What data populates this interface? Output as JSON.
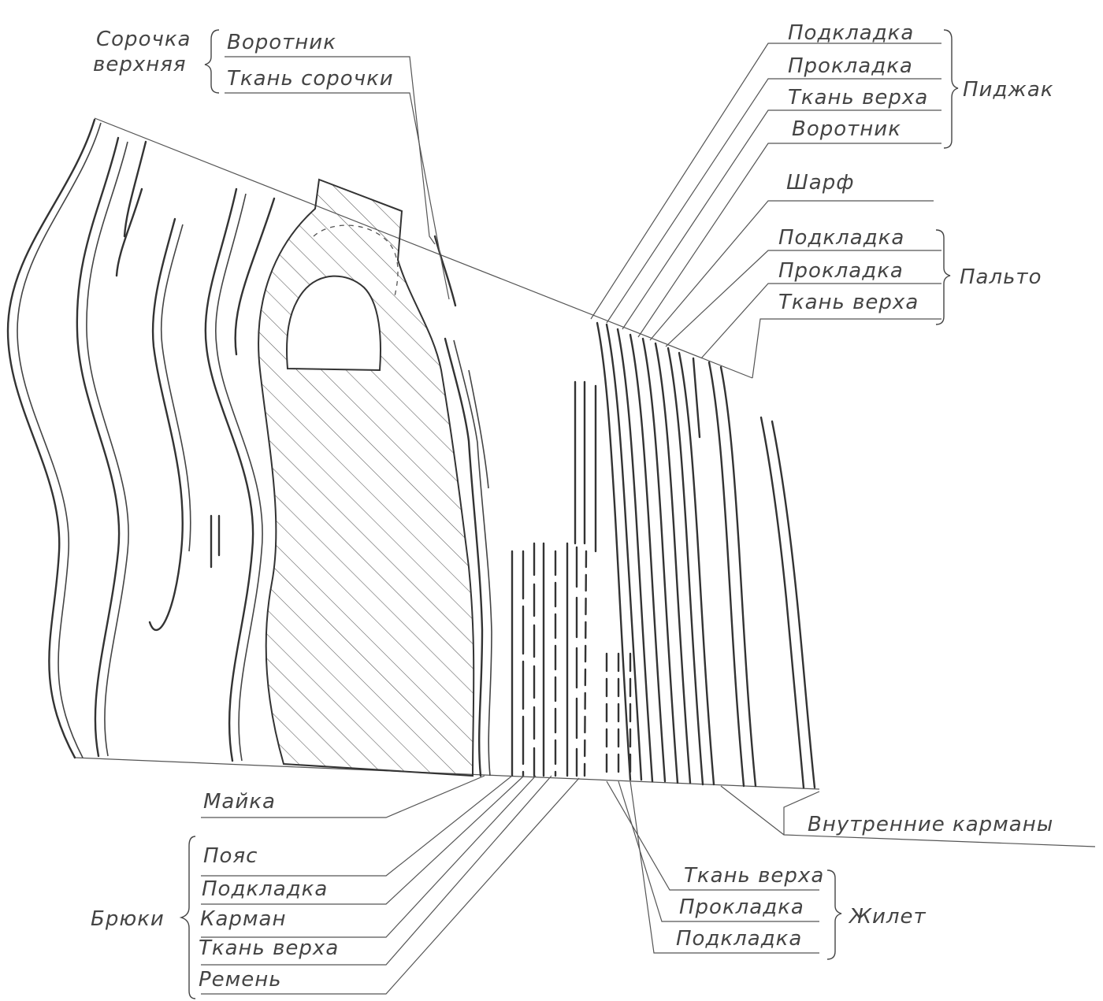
{
  "groups": {
    "shirt": {
      "label_line1": "Сорочка",
      "label_line2": "верхняя",
      "items": [
        "Воротник",
        "Ткань сорочки"
      ]
    },
    "jacket": {
      "label": "Пиджак",
      "items": [
        "Подкладка",
        "Прокладка",
        "Ткань верха",
        "Воротник"
      ]
    },
    "scarf": {
      "label": "Шарф"
    },
    "coat": {
      "label": "Пальто",
      "items": [
        "Подкладка",
        "Прокладка",
        "Ткань верха"
      ]
    },
    "tshirt": {
      "label": "Майка"
    },
    "trousers": {
      "label": "Брюки",
      "items": [
        "Пояс",
        "Подкладка",
        "Карман",
        "Ткань верха",
        "Ремень"
      ]
    },
    "vest": {
      "label": "Жилет",
      "items": [
        "Ткань верха",
        "Прокладка",
        "Подкладка"
      ]
    },
    "inner_pockets": {
      "label": "Внутренние карманы"
    }
  }
}
